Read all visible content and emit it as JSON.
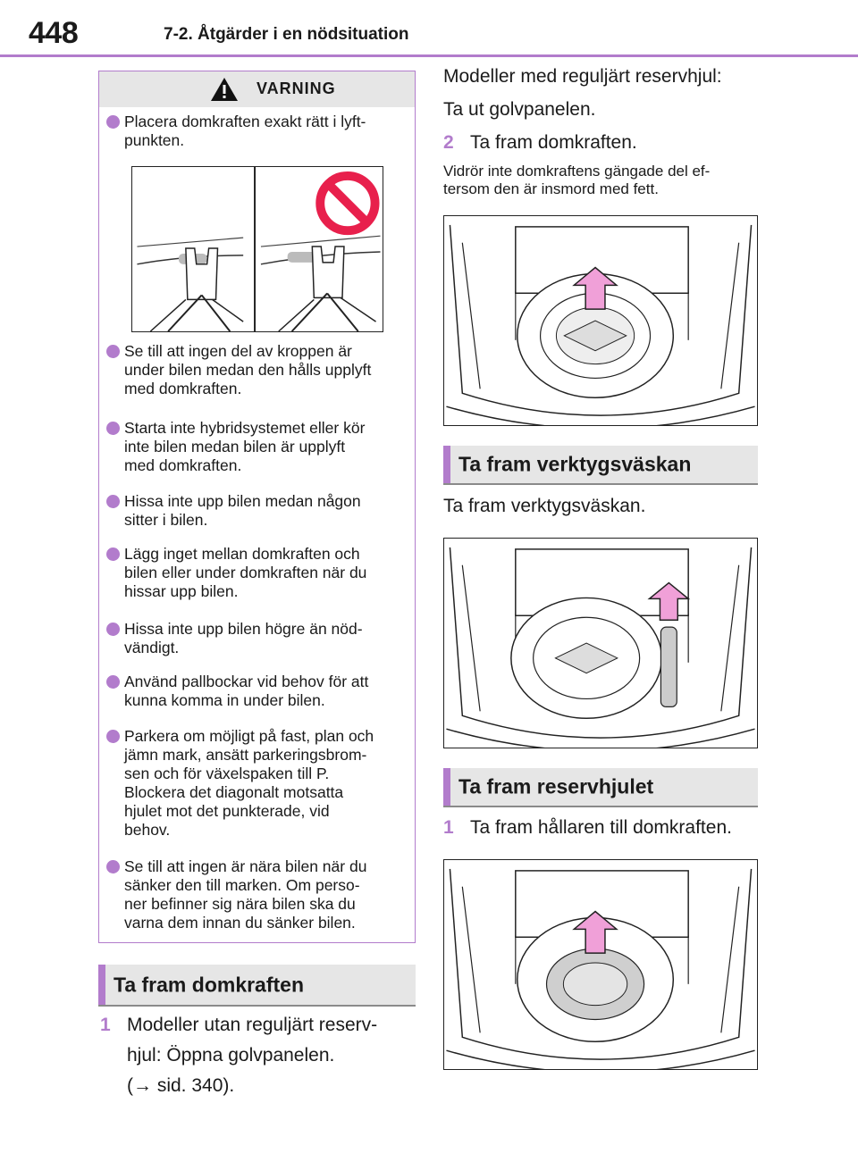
{
  "header": {
    "page_number": "448",
    "chapter": "7-2. Åtgärder i en nödsituation"
  },
  "warning": {
    "title": "VARNING",
    "items": [
      [
        "Placera domkraften exakt rätt i lyft-",
        "punkten."
      ],
      [
        "Se till att ingen del av kroppen är",
        "under bilen medan den hålls upplyft",
        "med domkraften."
      ],
      [
        "Starta inte hybridsystemet eller kör",
        "inte bilen medan bilen är upplyft",
        "med domkraften."
      ],
      [
        "Hissa inte upp bilen medan någon",
        "sitter i bilen."
      ],
      [
        "Lägg inget mellan domkraften och",
        "bilen eller under domkraften när du",
        "hissar upp bilen."
      ],
      [
        "Hissa inte upp bilen högre än nöd-",
        "vändigt."
      ],
      [
        "Använd pallbockar vid behov för att",
        "kunna komma in under bilen."
      ],
      [
        "Parkera om möjligt på fast, plan och",
        "jämn mark, ansätt parkeringsbrom-",
        "sen och för växelspaken till P.",
        "Blockera det diagonalt motsatta",
        "hjulet mot det punkterade, vid",
        "behov."
      ],
      [
        "Se till att ingen är nära bilen när du",
        "sänker den till marken. Om perso-",
        "ner befinner sig nära bilen ska du",
        "varna dem innan du sänker bilen."
      ]
    ]
  },
  "section_jack": {
    "title": "Ta fram domkraften",
    "step1_num": "1",
    "step1_lines": [
      "Modeller utan reguljärt reserv-",
      "hjul: Öppna golvpanelen.",
      "(→ sid. 340)."
    ]
  },
  "right": {
    "intro_line1": "Modeller med reguljärt reservhjul:",
    "intro_line2": "Ta ut golvpanelen.",
    "step2_num": "2",
    "step2_text": "Ta fram domkraften.",
    "note_lines": [
      "Vidrör inte domkraftens gängade del ef-",
      "tersom den är insmord med fett."
    ],
    "section_toolbag": "Ta fram verktygsväskan",
    "toolbag_text": "Ta fram verktygsväskan.",
    "section_spare": "Ta fram reservhjulet",
    "spare_step_num": "1",
    "spare_step_text": "Ta fram hållaren till domkraften."
  },
  "colors": {
    "accent": "#b27ccc",
    "section_bg": "#e6e6e6",
    "arrow_pink": "#f0a0d8",
    "prohibit_red": "#e8204c"
  }
}
